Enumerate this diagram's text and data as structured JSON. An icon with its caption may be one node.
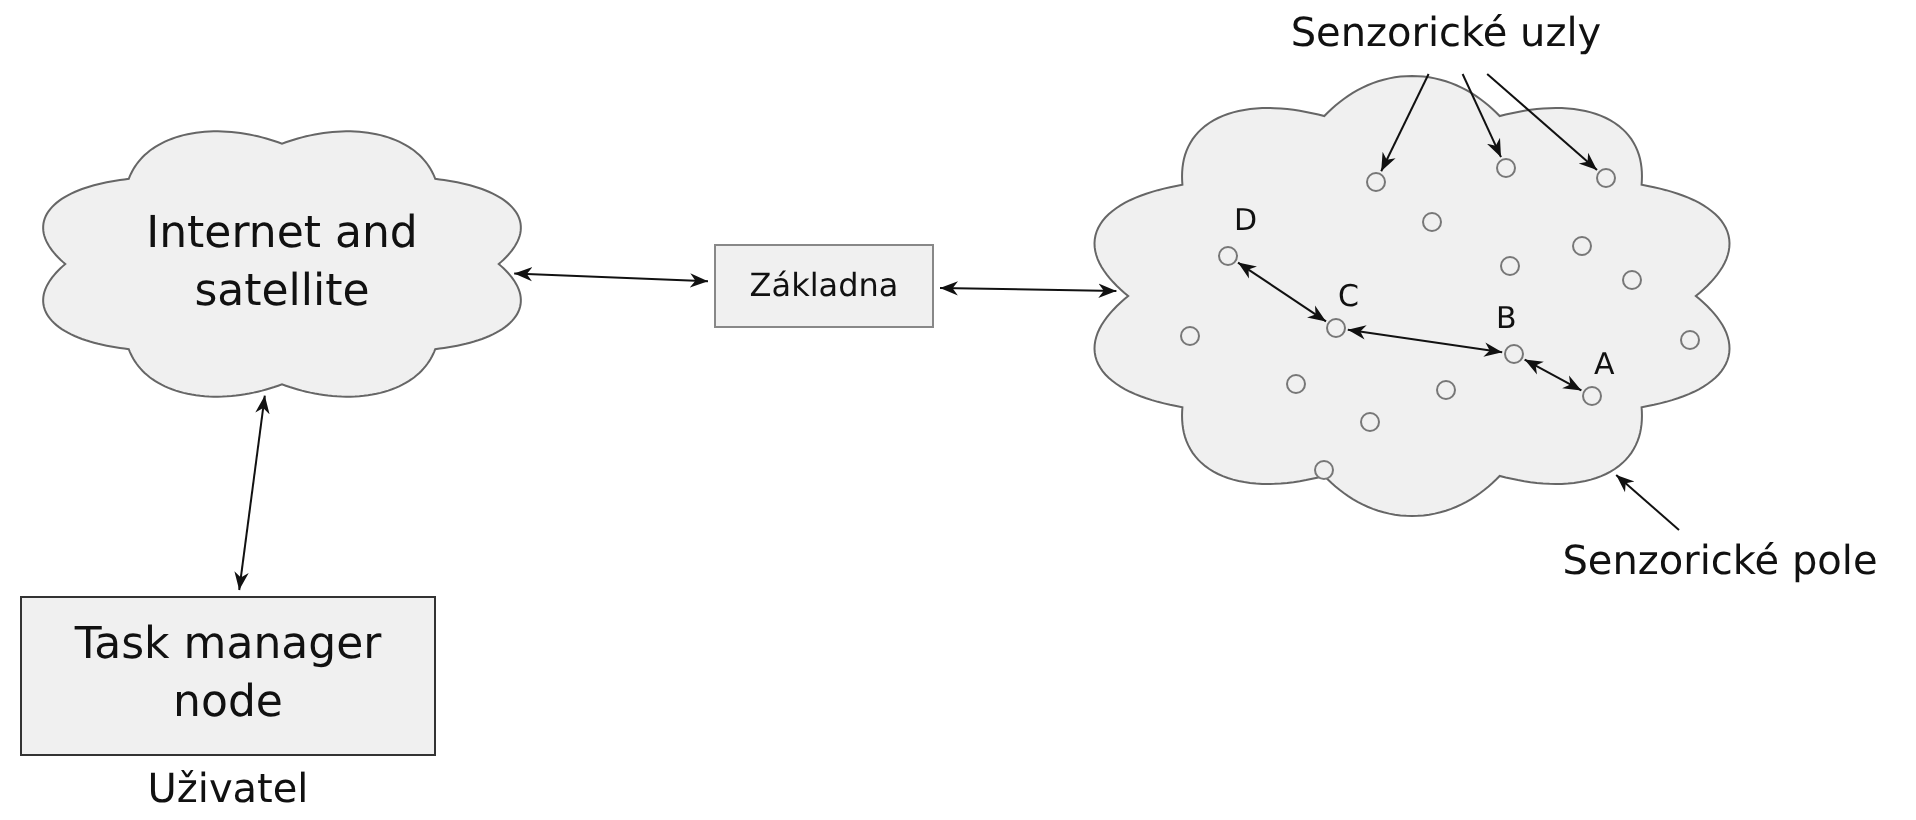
{
  "diagram": {
    "nodes": [
      {
        "text": [
          "Internet and satellite"
        ]
      },
      {
        "text": [
          "Task manager node"
        ],
        "beside": [
          "Uživatel"
        ]
      },
      {
        "text": [
          "Základna"
        ]
      },
      {
        "text": [],
        "shape": "cloud"
      },
      {
        "text": [],
        "shape": "circle",
        "in": 3
      },
      {
        "text": [],
        "shape": "circle",
        "in": 3
      },
      {
        "text": [],
        "shape": "circle",
        "in": 3
      },
      {
        "text": [],
        "shape": "circle",
        "in": 3
      },
      {
        "text": [],
        "shape": "circle",
        "in": 3
      },
      {
        "text": [],
        "shape": "circle",
        "in": 3,
        "beside": [
          "D"
        ]
      },
      {
        "text": [],
        "shape": "circle",
        "in": 3
      },
      {
        "text": [],
        "shape": "circle",
        "in": 3
      },
      {
        "text": [],
        "shape": "circle",
        "in": 3,
        "beside": [
          "C"
        ]
      },
      {
        "text": [],
        "shape": "circle",
        "in": 3
      },
      {
        "text": [],
        "shape": "circle",
        "in": 3
      },
      {
        "text": [],
        "shape": "circle",
        "in": 3,
        "beside": [
          "B"
        ]
      },
      {
        "text": [],
        "shape": "circle",
        "in": 3
      },
      {
        "text": [],
        "shape": "circle",
        "in": 3
      },
      {
        "text": [],
        "shape": "circle",
        "in": 3,
        "beside": [
          "A"
        ]
      },
      {
        "text": [],
        "shape": "circle",
        "in": 3
      },
      {
        "text": [],
        "shape": "circle",
        "in": 3
      },
      {
        "text": [
          "Senzorické uzly"
        ]
      },
      {
        "text": [
          "Senzorické pole"
        ]
      }
    ],
    "edges": [
      {
        "from": 0,
        "to": 2,
        "arrow": "both"
      },
      {
        "from": 2,
        "to": 3,
        "arrow": "both"
      },
      {
        "from": 0,
        "to": 1,
        "arrow": "both"
      },
      {
        "from": 9,
        "to": 12,
        "arrow": "both"
      },
      {
        "from": 12,
        "to": 15,
        "arrow": "both"
      },
      {
        "from": 15,
        "to": 18,
        "arrow": "both"
      },
      {
        "from": 21,
        "to": 6,
        "arrow": "to"
      },
      {
        "from": 21,
        "to": 4,
        "arrow": "to"
      },
      {
        "from": 21,
        "to": 5,
        "arrow": "to"
      },
      {
        "from": 22,
        "to": 3,
        "arrow": "to"
      }
    ]
  }
}
